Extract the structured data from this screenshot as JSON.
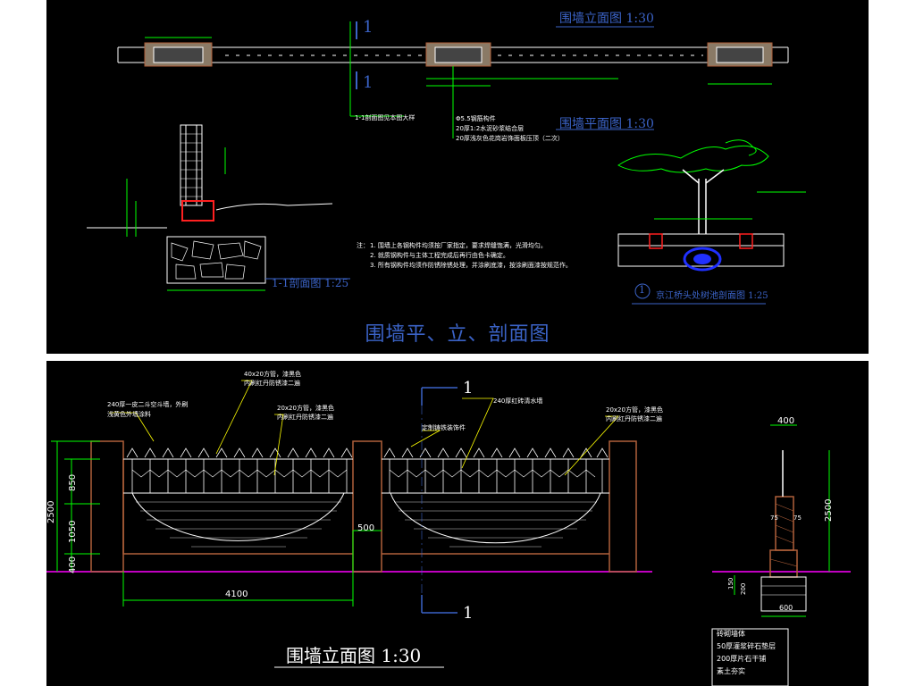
{
  "top_panel": {
    "elevation_title": "围墙立面图   1:30",
    "plan_title": "围墙平面图   1:30",
    "section_title": "1-1剖面图   1:25",
    "detail_title": "京江桥头处树池剖面图   1:25",
    "detail_number": "1",
    "sheet_title": "围墙平、立、剖面图",
    "section_mark_top": "1",
    "section_mark_bottom": "1",
    "notes_label": "注：",
    "notes": [
      "1. 围墙上各钢构件均须按厂家指定，要求焊缝饱满，光滑均匀。",
      "2. 就质钢构件与主体工程完成后再行由色卡确定。",
      "3. 所有钢构件均须作防锈除锈处理，并涂刷底漆，按涂刷面漆按规范作。"
    ],
    "callouts": [
      "1-1剖面图见本图大样",
      "Φ5.5钢筋构件",
      "20厚1:2水泥砂浆结合层",
      "20厚浅灰色花岗岩饰面板压顶（二次）"
    ]
  },
  "bottom_panel": {
    "title": "围墙立面图   1:30",
    "section_mark_top": "1",
    "section_mark_bottom": "1",
    "annotations": {
      "wall_note_1": "240厚一皮二斗空斗墙，外刷",
      "wall_note_2": "浅黄色外墙涂料",
      "tube_note_1": "40x20方管，漆黑色",
      "tube_note_2": "内刷红丹防锈漆二遍",
      "tube_note_3": "20x20方管，漆黑色",
      "tube_note_4": "内刷红丹防锈漆二遍",
      "ornament_note": "定制铸铁装饰件",
      "pier_note": "240厚红砖清水墙",
      "tube_note_5": "20x20方管，漆黑色",
      "tube_note_6": "内刷红丹防锈漆二遍"
    },
    "dimensions": {
      "total_height": "2500",
      "fence_height": "850",
      "arc_height": "1050",
      "base_height": "400",
      "bay_width": "4100",
      "pier_width": "500",
      "side_top_width": "400",
      "side_height": "2500",
      "side_base": "600",
      "side_75a": "75",
      "side_75b": "75",
      "side_150": "150",
      "side_200": "200"
    },
    "legend": [
      "砖砌墙体",
      "50厚灌浆碎石垫层",
      "200厚片石干铺",
      "素土夯实"
    ]
  },
  "colors": {
    "background": "#000000",
    "sheet_title": "#3b63c7",
    "line_white": "#ffffff",
    "line_yellow": "#ffff00",
    "line_green": "#00ff00",
    "line_brown": "#b0603a",
    "line_magenta": "#c000c0",
    "line_cyan": "#00ffff"
  }
}
